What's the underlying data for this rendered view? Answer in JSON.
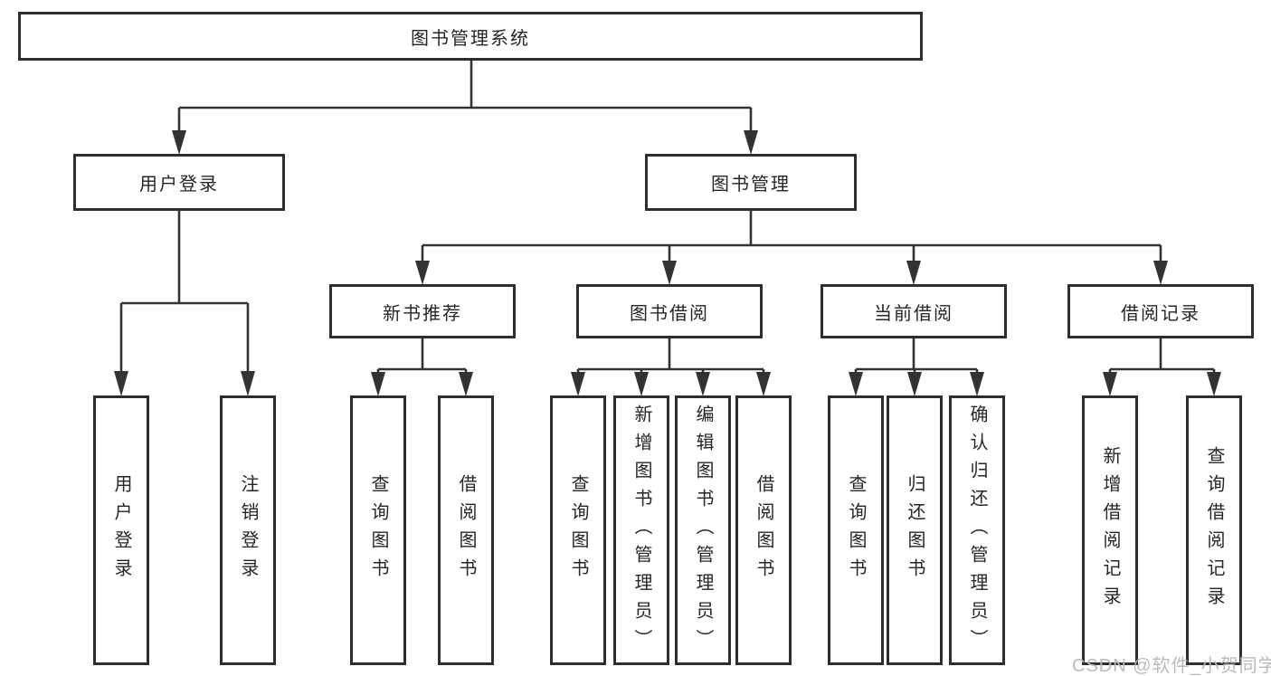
{
  "colors": {
    "background": "#ffffff",
    "line": "#333333",
    "node_border": "#2e2e2e",
    "text": "#262626",
    "watermark": "#b9b9c0"
  },
  "diagram": {
    "root": {
      "label": "图书管理系统"
    },
    "level1": [
      {
        "label": "用户登录",
        "parent": "图书管理系统"
      },
      {
        "label": "图书管理",
        "parent": "图书管理系统"
      }
    ],
    "level2": [
      {
        "label": "新书推荐",
        "parent": "图书管理"
      },
      {
        "label": "图书借阅",
        "parent": "图书管理"
      },
      {
        "label": "当前借阅",
        "parent": "图书管理"
      },
      {
        "label": "借阅记录",
        "parent": "图书管理"
      }
    ],
    "leaves": [
      {
        "label": "用户登录",
        "parent": "用户登录"
      },
      {
        "label": "注销登录",
        "parent": "用户登录"
      },
      {
        "label": "查询图书",
        "parent": "新书推荐"
      },
      {
        "label": "借阅图书",
        "parent": "新书推荐"
      },
      {
        "label": "查询图书",
        "parent": "图书借阅"
      },
      {
        "label": "新增图书（管理员）",
        "parent": "图书借阅"
      },
      {
        "label": "编辑图书（管理员）",
        "parent": "图书借阅"
      },
      {
        "label": "借阅图书",
        "parent": "图书借阅"
      },
      {
        "label": "查询图书",
        "parent": "当前借阅"
      },
      {
        "label": "归还图书",
        "parent": "当前借阅"
      },
      {
        "label": "确认归还（管理员）",
        "parent": "当前借阅"
      },
      {
        "label": "新增借阅记录",
        "parent": "借阅记录"
      },
      {
        "label": "查询借阅记录",
        "parent": "借阅记录"
      }
    ]
  },
  "watermark": {
    "text": "CSDN @软件_小贺同学"
  }
}
